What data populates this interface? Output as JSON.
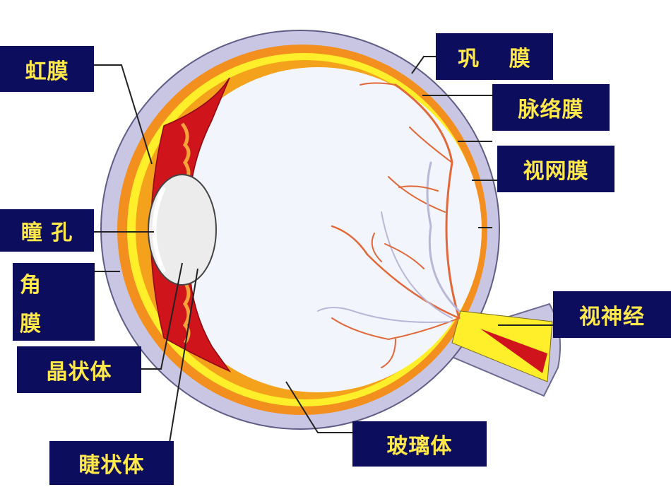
{
  "colors": {
    "label_bg": "#0d0d5e",
    "label_text": "#ffe84a",
    "sclera": "#c9c6e4",
    "choroid": "#f28f1e",
    "retina": "#ffef2a",
    "iris": "#d0141c",
    "vitreous": "#f2f5fb",
    "lens": "#ececec",
    "vessels": "#e2683a"
  },
  "labels": {
    "hongmo": "虹膜",
    "tongkong": "瞳 孔",
    "jiaomo_line1": "角",
    "jiaomo_line2": "膜",
    "jingzhuangti": "晶状体",
    "jiezhuangti": "睫状体",
    "gongmo": "巩 膜",
    "maiguomo": "脉络膜",
    "shiwangmo": "视网膜",
    "shishenjing": "视神经",
    "bolititi": "玻璃体"
  }
}
